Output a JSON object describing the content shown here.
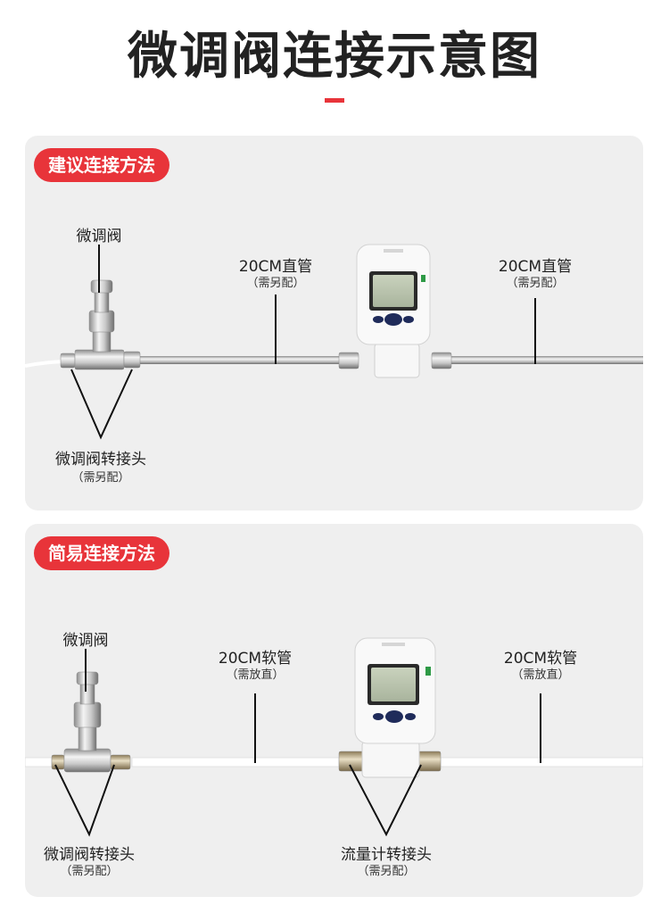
{
  "page": {
    "title": "微调阀连接示意图",
    "accent_color": "#e8343a"
  },
  "panels": [
    {
      "badge": "建议连接方法",
      "labels": {
        "valve": "微调阀",
        "pipe_left": "20CM直管",
        "pipe_left_note": "（需另配）",
        "pipe_right": "20CM直管",
        "pipe_right_note": "（需另配）",
        "adapter": "微调阀转接头",
        "adapter_note": "（需另配）"
      }
    },
    {
      "badge": "简易连接方法",
      "labels": {
        "valve": "微调阀",
        "hose_left": "20CM软管",
        "hose_left_note": "（需放直）",
        "hose_right": "20CM软管",
        "hose_right_note": "（需放直）",
        "valve_adapter": "微调阀转接头",
        "valve_adapter_note": "（需另配）",
        "meter_adapter": "流量计转接头",
        "meter_adapter_note": "（需另配）"
      }
    }
  ]
}
